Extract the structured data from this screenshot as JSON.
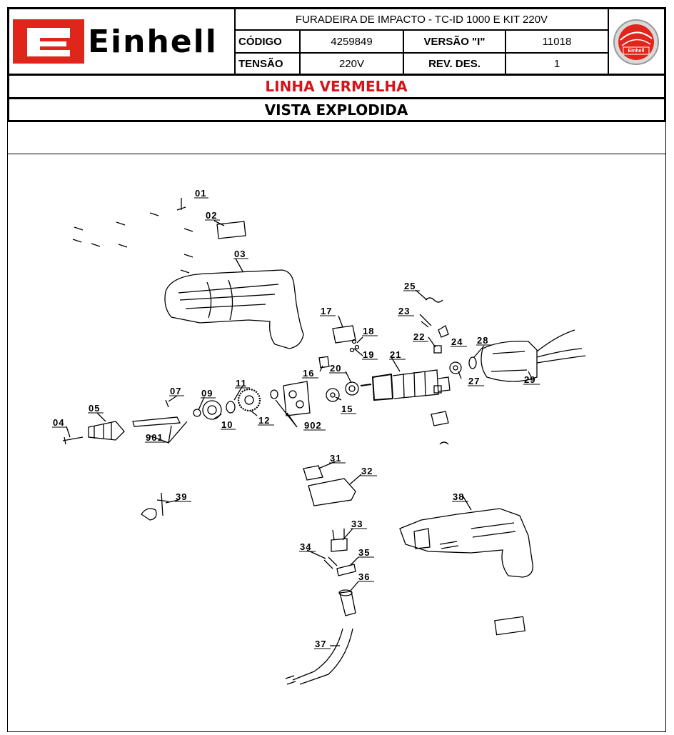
{
  "header": {
    "brand": "Einhell",
    "product_title": "FURADEIRA DE IMPACTO - TC-ID 1000 E KIT 220V",
    "codigo_label": "CÓDIGO",
    "codigo_value": "4259849",
    "versao_label": "VERSÃO \"I\"",
    "versao_value": "11018",
    "tensao_label": "TENSÃO",
    "tensao_value": "220V",
    "revdes_label": "REV. DES.",
    "revdes_value": "1",
    "seal_text": "Einhell"
  },
  "line_title": "LINHA VERMELHA",
  "view_title": "VISTA EXPLODIDA",
  "colors": {
    "brand_red": "#e0261b",
    "line_red": "#d7141a"
  },
  "part_labels": [
    "01",
    "02",
    "03",
    "04",
    "05",
    "07",
    "09",
    "10",
    "11",
    "12",
    "15",
    "16",
    "17",
    "18",
    "19",
    "20",
    "21",
    "22",
    "23",
    "24",
    "25",
    "27",
    "28",
    "29",
    "31",
    "32",
    "33",
    "34",
    "35",
    "36",
    "37",
    "38",
    "39",
    "901",
    "902"
  ]
}
